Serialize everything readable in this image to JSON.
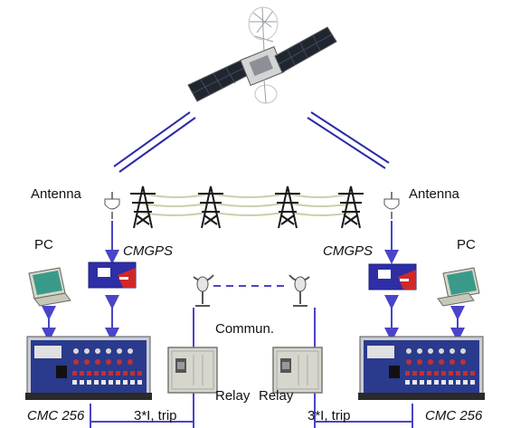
{
  "labels": {
    "antenna_left": "Antenna",
    "antenna_right": "Antenna",
    "pc_left": "PC",
    "pc_right": "PC",
    "cmgps_left": "CMGPS",
    "cmgps_right": "CMGPS",
    "commun": "Commun.",
    "relay_left": "Relay",
    "relay_right": "Relay",
    "signals_left": "3*I, trip",
    "signals_right": "3*I, trip",
    "cmc_left": "CMC 256",
    "cmc_right": "CMC 256"
  },
  "colors": {
    "link_blue": "#2a2aa8",
    "arrow_blue": "#4a44c8",
    "cmgps_blue": "#2e2ea6",
    "cmgps_red": "#d02828",
    "cmc_body": "#c9ccd3",
    "cmc_panel": "#2a3a8c",
    "relay_body": "#d6d6cc"
  }
}
